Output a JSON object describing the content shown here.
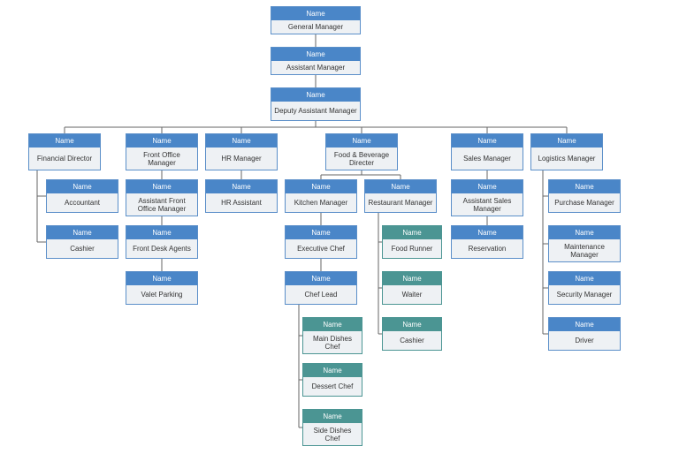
{
  "colors": {
    "header_blue": "#4a86c8",
    "header_teal": "#4b9593",
    "body": "#eef1f4",
    "line": "#666666"
  },
  "header_label": "Name",
  "nodes": [
    {
      "id": "gm",
      "role": "General Manager",
      "style": "blue"
    },
    {
      "id": "am",
      "role": "Assistant Manager",
      "style": "blue"
    },
    {
      "id": "dam",
      "role": "Deputy Assistant Manager",
      "style": "blue"
    },
    {
      "id": "fd",
      "role": "Financial Director",
      "style": "blue"
    },
    {
      "id": "fom",
      "role": "Front Office Manager",
      "style": "blue"
    },
    {
      "id": "hrm",
      "role": "HR Manager",
      "style": "blue"
    },
    {
      "id": "fbd",
      "role": "Food & Beverage Directer",
      "style": "blue"
    },
    {
      "id": "sm",
      "role": "Sales Manager",
      "style": "blue"
    },
    {
      "id": "lm",
      "role": "Logistics Manager",
      "style": "blue"
    },
    {
      "id": "acc",
      "role": "Accountant",
      "style": "blue"
    },
    {
      "id": "cash1",
      "role": "Cashier",
      "style": "blue"
    },
    {
      "id": "afom",
      "role": "Assistant Front Office Manager",
      "style": "blue"
    },
    {
      "id": "fda",
      "role": "Front Desk Agents",
      "style": "blue"
    },
    {
      "id": "vp",
      "role": "Valet Parking",
      "style": "blue"
    },
    {
      "id": "hra",
      "role": "HR Assistant",
      "style": "blue"
    },
    {
      "id": "km",
      "role": "Kitchen Manager",
      "style": "blue"
    },
    {
      "id": "ec",
      "role": "Executive Chef",
      "style": "blue"
    },
    {
      "id": "cl",
      "role": "Chef Lead",
      "style": "blue"
    },
    {
      "id": "mdc",
      "role": "Main Dishes Chef",
      "style": "teal"
    },
    {
      "id": "dc",
      "role": "Dessert Chef",
      "style": "teal"
    },
    {
      "id": "sdc",
      "role": "Side Dishes Chef",
      "style": "teal"
    },
    {
      "id": "rm",
      "role": "Restaurant Manager",
      "style": "blue"
    },
    {
      "id": "fr",
      "role": "Food Runner",
      "style": "teal"
    },
    {
      "id": "wt",
      "role": "Waiter",
      "style": "teal"
    },
    {
      "id": "cash2",
      "role": "Cashier",
      "style": "teal"
    },
    {
      "id": "asm",
      "role": "Assistant Sales Manager",
      "style": "blue"
    },
    {
      "id": "res",
      "role": "Reservation",
      "style": "blue"
    },
    {
      "id": "pm",
      "role": "Purchase Manager",
      "style": "blue"
    },
    {
      "id": "mm",
      "role": "Maintenance Manager",
      "style": "blue"
    },
    {
      "id": "secm",
      "role": "Security Manager",
      "style": "blue"
    },
    {
      "id": "drv",
      "role": "Driver",
      "style": "blue"
    }
  ],
  "edges": [
    [
      "gm",
      "am"
    ],
    [
      "am",
      "dam"
    ],
    [
      "dam",
      "fd"
    ],
    [
      "dam",
      "fom"
    ],
    [
      "dam",
      "hrm"
    ],
    [
      "dam",
      "fbd"
    ],
    [
      "dam",
      "sm"
    ],
    [
      "dam",
      "lm"
    ],
    [
      "fd",
      "acc"
    ],
    [
      "fd",
      "cash1"
    ],
    [
      "fom",
      "afom"
    ],
    [
      "afom",
      "fda"
    ],
    [
      "fda",
      "vp"
    ],
    [
      "hrm",
      "hra"
    ],
    [
      "fbd",
      "km"
    ],
    [
      "fbd",
      "rm"
    ],
    [
      "km",
      "ec"
    ],
    [
      "ec",
      "cl"
    ],
    [
      "cl",
      "mdc"
    ],
    [
      "cl",
      "dc"
    ],
    [
      "cl",
      "sdc"
    ],
    [
      "rm",
      "fr"
    ],
    [
      "rm",
      "wt"
    ],
    [
      "rm",
      "cash2"
    ],
    [
      "sm",
      "asm"
    ],
    [
      "asm",
      "res"
    ],
    [
      "lm",
      "pm"
    ],
    [
      "lm",
      "mm"
    ],
    [
      "lm",
      "secm"
    ],
    [
      "lm",
      "drv"
    ]
  ]
}
